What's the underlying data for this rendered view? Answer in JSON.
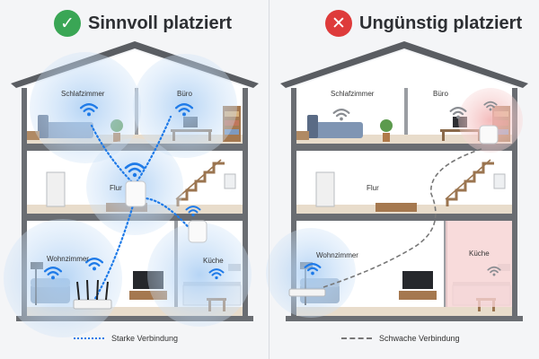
{
  "left": {
    "heading": "Sinnvoll platziert",
    "badge_symbol": "✓",
    "legend": "Starke Verbindung",
    "rooms": {
      "bedroom": "Schlafzimmer",
      "office": "Büro",
      "hall": "Flur",
      "living": "Wohnzimmer",
      "kitchen": "Küche"
    }
  },
  "right": {
    "heading": "Ungünstig platziert",
    "badge_symbol": "✕",
    "legend": "Schwache Verbindung",
    "rooms": {
      "bedroom": "Schlafzimmer",
      "office": "Büro",
      "hall": "Flur",
      "living": "Wohnzimmer",
      "kitchen": "Küche"
    }
  },
  "colors": {
    "good": "#3aa655",
    "bad": "#de3b3b",
    "wifi_strong": "#1e7ae8",
    "wifi_weak": "#8a8d92",
    "roof": "#5a5d62",
    "coverage": "#bcd9f5",
    "dead_zone": "#f5c6c6"
  }
}
